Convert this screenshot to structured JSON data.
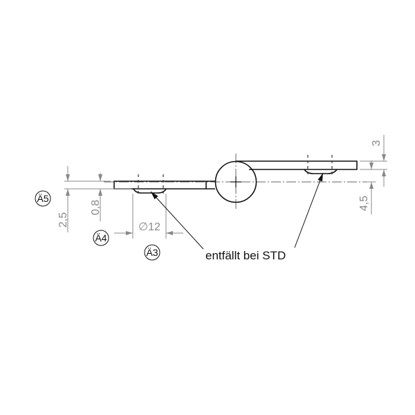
{
  "dimensions": {
    "d_2_5": "2,5",
    "d_0_8": "0,8",
    "d_diameter": "∅12",
    "d_3": "3",
    "d_4_5": "4,5"
  },
  "revision_marks": [
    "Ä5",
    "Ä4",
    "Ä3"
  ],
  "note": "entfällt bei STD",
  "colors": {
    "line": "#111111",
    "dimension": "#888888"
  }
}
